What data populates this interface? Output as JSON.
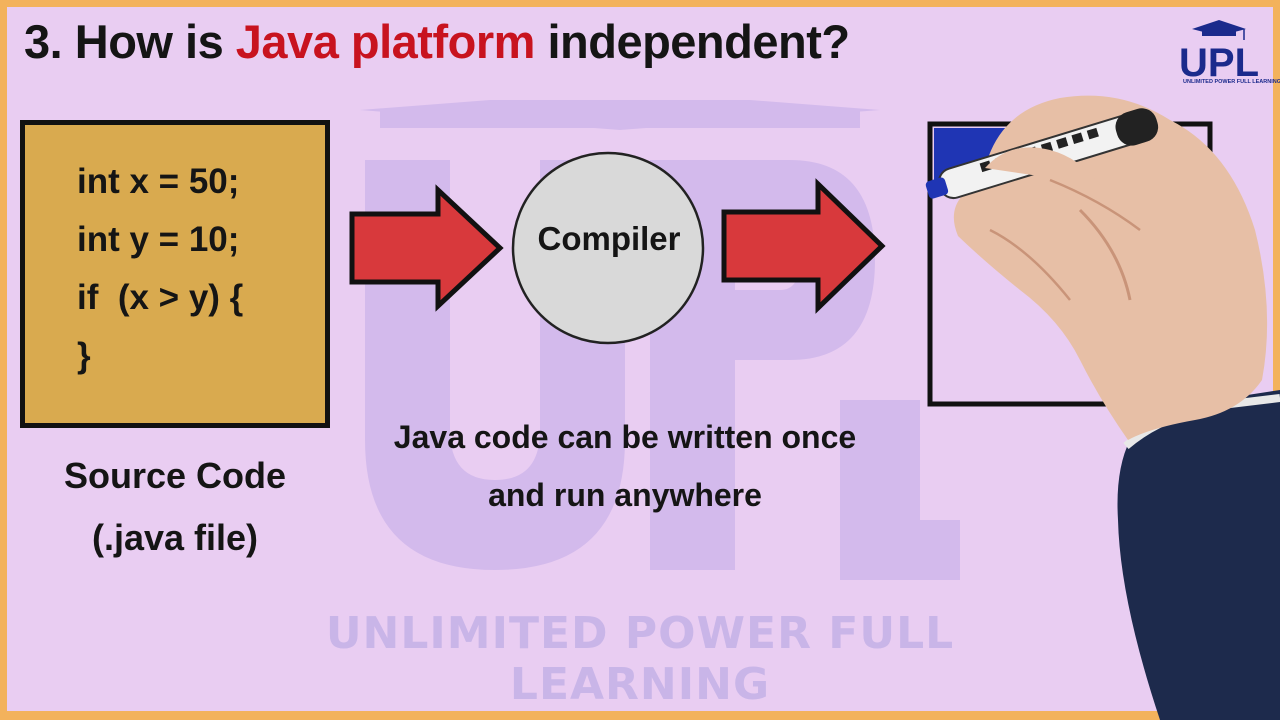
{
  "title": {
    "prefix": "3. How is ",
    "highlight": "Java platform",
    "suffix": " independent?"
  },
  "logo": {
    "letters": "UPL",
    "tagline": "UNLIMITED POWER FULL LEARNING"
  },
  "watermark": {
    "letters": "UPL",
    "text": "UNLIMITED POWER FULL LEARNING"
  },
  "source_code": {
    "lines": [
      "int x = 50;",
      "int y = 10;",
      "if  (x > y) {",
      "}"
    ],
    "caption_line1": "Source Code",
    "caption_line2": "(.java file)"
  },
  "compiler": {
    "label": "Compiler"
  },
  "motto": {
    "line1": "Java code can be written once",
    "line2": "and run anywhere"
  },
  "colors": {
    "background": "#e9cdf2",
    "frame": "#f3b25c",
    "title_highlight": "#c8131f",
    "code_box": "#d9aa4f",
    "arrow": "#d8393c",
    "compiler_circle": "#d9d9d9",
    "output_box_fill": "#1f35b4",
    "logo": "#1b2a8c"
  },
  "icons": [
    "graduation-cap-icon",
    "right-arrow-icon",
    "hand-with-marker-icon"
  ]
}
